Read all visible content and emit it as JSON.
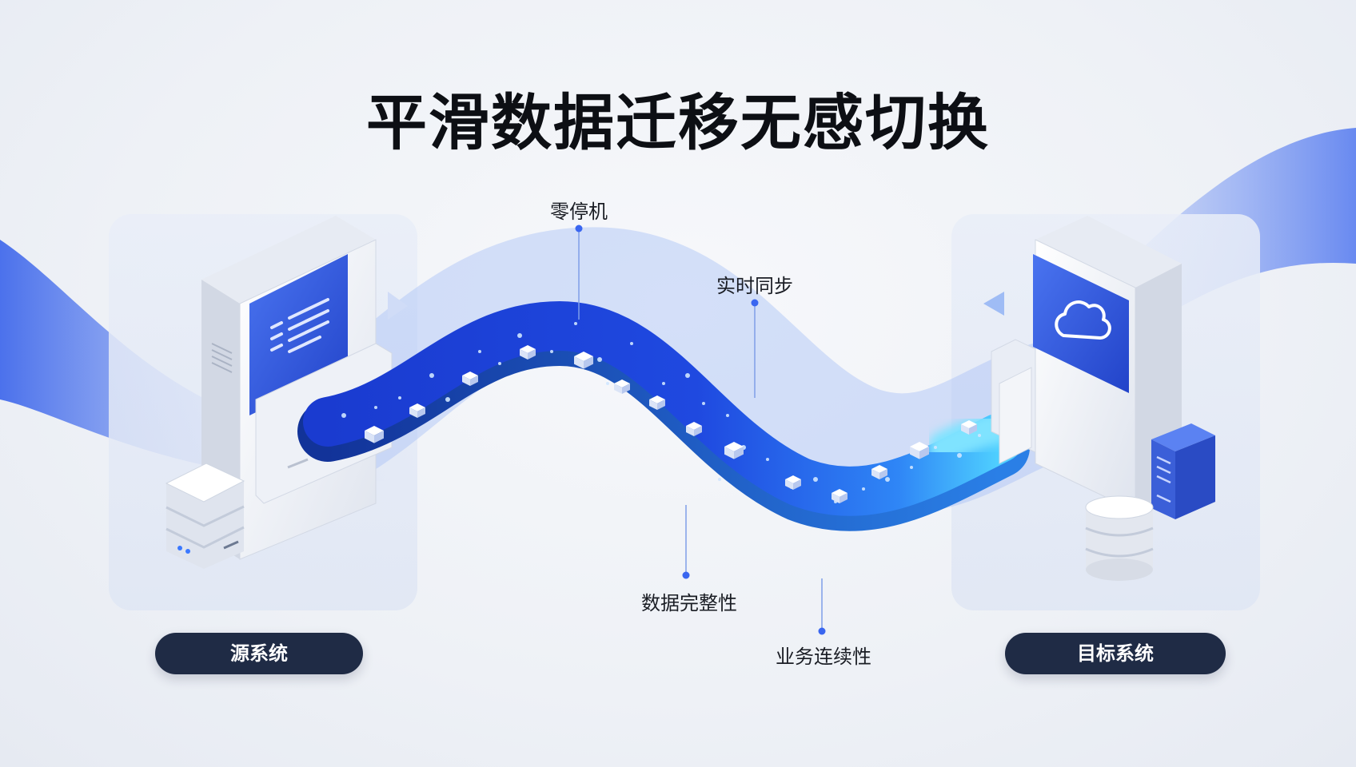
{
  "title": "平滑数据迁移无感切换",
  "callouts": [
    {
      "id": "zero-downtime",
      "label": "零停机"
    },
    {
      "id": "realtime-sync",
      "label": "实时同步"
    },
    {
      "id": "data-integrity",
      "label": "数据完整性"
    },
    {
      "id": "business-continuity",
      "label": "业务连续性"
    }
  ],
  "source": {
    "label": "源系统"
  },
  "target": {
    "label": "目标系统"
  },
  "colors": {
    "accent": "#2f5bea",
    "stream_dark": "#1c3fd8",
    "stream_light": "#3fb6ff",
    "pill": "#1f2b45",
    "panel": "#e4eaf6"
  },
  "icons": [
    "source-server-icon",
    "source-database-icon",
    "target-server-icon",
    "cloud-icon",
    "target-database-icon",
    "target-tower-server-icon",
    "data-packet-icon"
  ]
}
